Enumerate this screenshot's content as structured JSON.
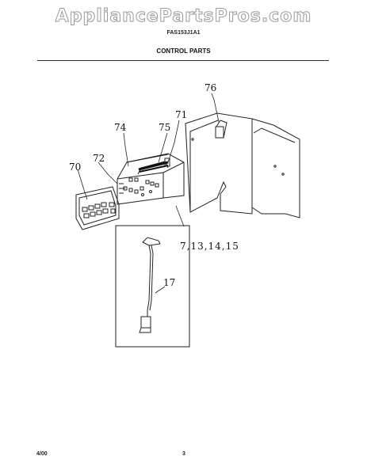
{
  "header": {
    "watermark": "AppliancePartsPros.com",
    "model_number": "FAS153J1A1",
    "section_title": "CONTROL PARTS"
  },
  "callouts": {
    "c76": "76",
    "c71": "71",
    "c74": "74",
    "c75": "75",
    "c72": "72",
    "c70": "70",
    "c7_13_14_15": "7,13,14,15",
    "c17": "17"
  },
  "footer": {
    "date": "4/00",
    "page_number": "3"
  }
}
